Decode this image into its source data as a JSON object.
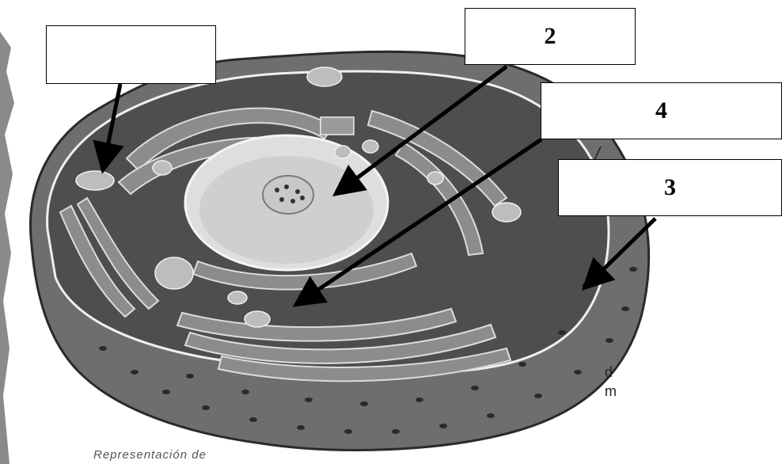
{
  "diagram": {
    "labels": [
      {
        "id": "label-1",
        "text": ""
      },
      {
        "id": "label-2",
        "text": "2"
      },
      {
        "id": "label-4",
        "text": "4"
      },
      {
        "id": "label-3",
        "text": "3"
      }
    ],
    "caption": "Representación de",
    "fragments": {
      "d": "d",
      "m": "m",
      "l": "/"
    }
  },
  "colors": {
    "cell_outer": "#6e6e6e",
    "cytoplasm": "#4e4e4e",
    "nucleus": "#dedede",
    "organelle": "#9a9a9a",
    "arrow": "#000000"
  }
}
